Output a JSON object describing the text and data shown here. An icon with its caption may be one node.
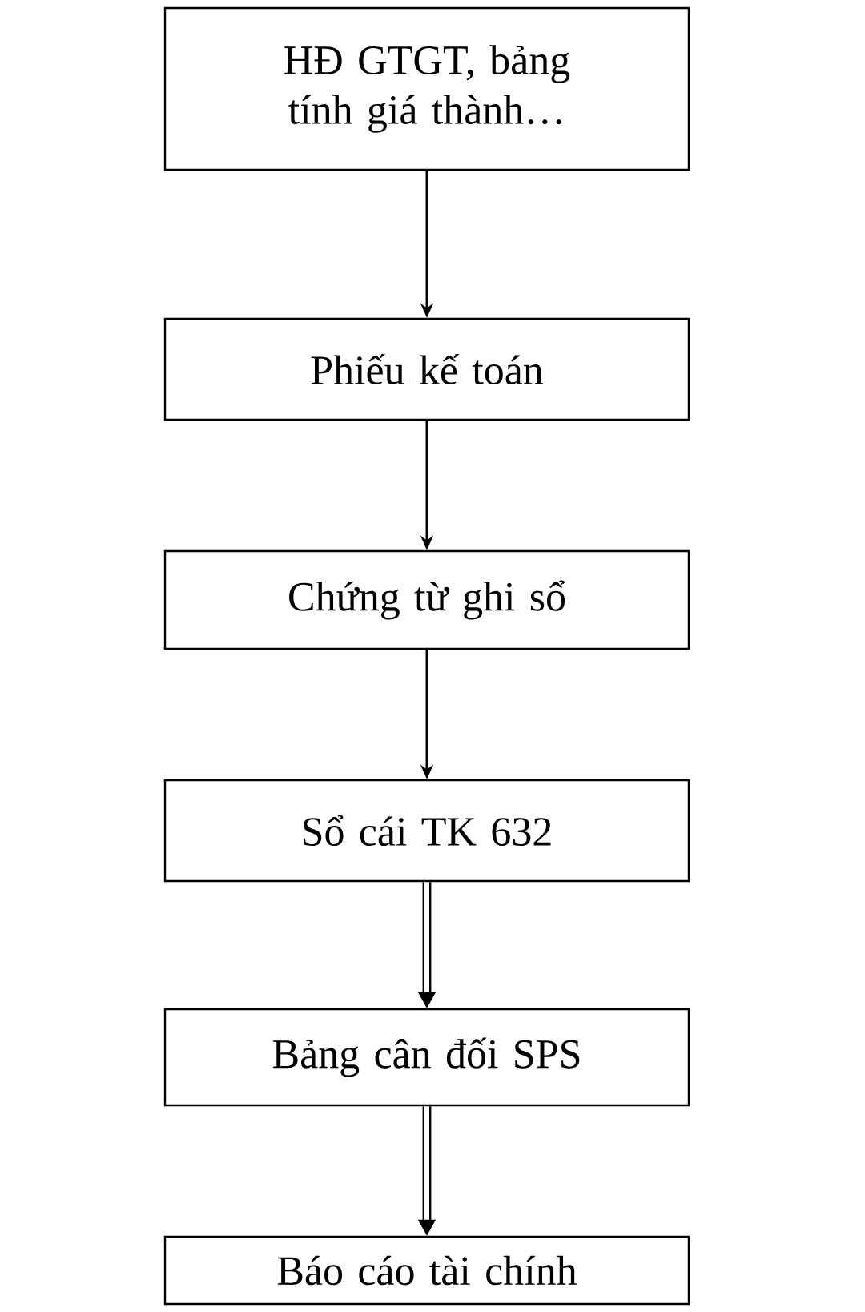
{
  "diagram": {
    "nodes": [
      {
        "text": [
          "HĐ GTGT, bảng tính giá thành…"
        ]
      },
      {
        "text": [
          "Phiếu kế toán"
        ]
      },
      {
        "text": [
          "Chứng từ ghi sổ"
        ]
      },
      {
        "text": [
          "Sổ cái TK 632"
        ]
      },
      {
        "text": [
          "Bảng cân đối SPS"
        ]
      },
      {
        "text": [
          "Báo cáo tài chính"
        ]
      }
    ],
    "edges": [
      {
        "from": 0,
        "to": 1,
        "arrow": "to"
      },
      {
        "from": 1,
        "to": 2,
        "arrow": "to"
      },
      {
        "from": 2,
        "to": 3,
        "arrow": "to"
      },
      {
        "from": 3,
        "to": 4,
        "arrow": "to",
        "style": "thick"
      },
      {
        "from": 4,
        "to": 5,
        "arrow": "to",
        "style": "thick"
      }
    ]
  }
}
